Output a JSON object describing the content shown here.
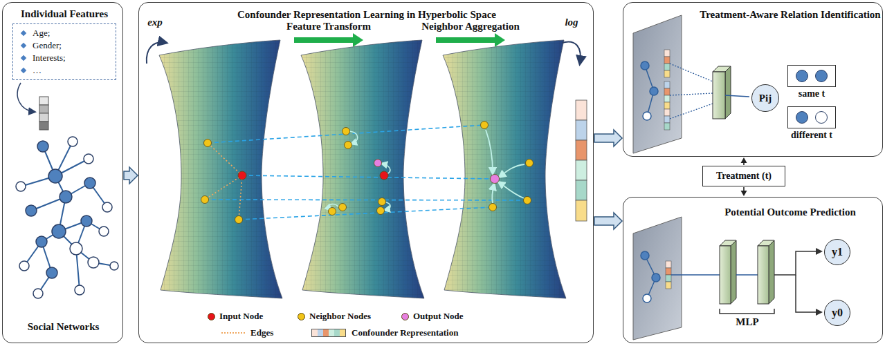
{
  "diagram": {
    "nodes": [
      {
        "text": [
          "Social Networks"
        ]
      },
      {
        "text": [
          "Individual Features",
          "Age;",
          "Gender;",
          "Interests;",
          "…"
        ],
        "in": 0
      },
      {
        "text": [
          "Confounder Representation Learning in Hyperbolic Space"
        ]
      },
      {
        "text": [
          "Treatment-Aware Relation Identification"
        ]
      },
      {
        "text": [
          "Pij"
        ],
        "in": 3
      },
      {
        "text": [
          "same t"
        ],
        "in": 3
      },
      {
        "text": [
          "different t"
        ],
        "in": 3
      },
      {
        "text": [
          "Treatment (t)"
        ]
      },
      {
        "text": [
          "Potential Outcome Prediction"
        ]
      },
      {
        "text": [
          "y1"
        ],
        "in": 8
      },
      {
        "text": [
          "y0"
        ],
        "in": 8
      }
    ],
    "edges": [
      {
        "from": 0,
        "to": 2,
        "arrow": "to"
      },
      {
        "from": 2,
        "to": 3,
        "arrow": "to"
      },
      {
        "from": 2,
        "to": 8,
        "arrow": "to"
      },
      {
        "from": 7,
        "to": 3,
        "arrow": "to"
      },
      {
        "from": 7,
        "to": 8,
        "arrow": "to"
      }
    ],
    "labels": [
      "exp",
      "Feature Transform",
      "Neighbor Aggregation",
      "log",
      "MLP"
    ],
    "legend": [
      {
        "text": "Input Node",
        "color": "#e8141a"
      },
      {
        "text": "Neighbor Nodes",
        "color": "#f2c418"
      },
      {
        "text": "Output Node",
        "color": "#e77fe0"
      },
      {
        "text": "Edges"
      },
      {
        "text": "Confounder Representation"
      }
    ]
  }
}
